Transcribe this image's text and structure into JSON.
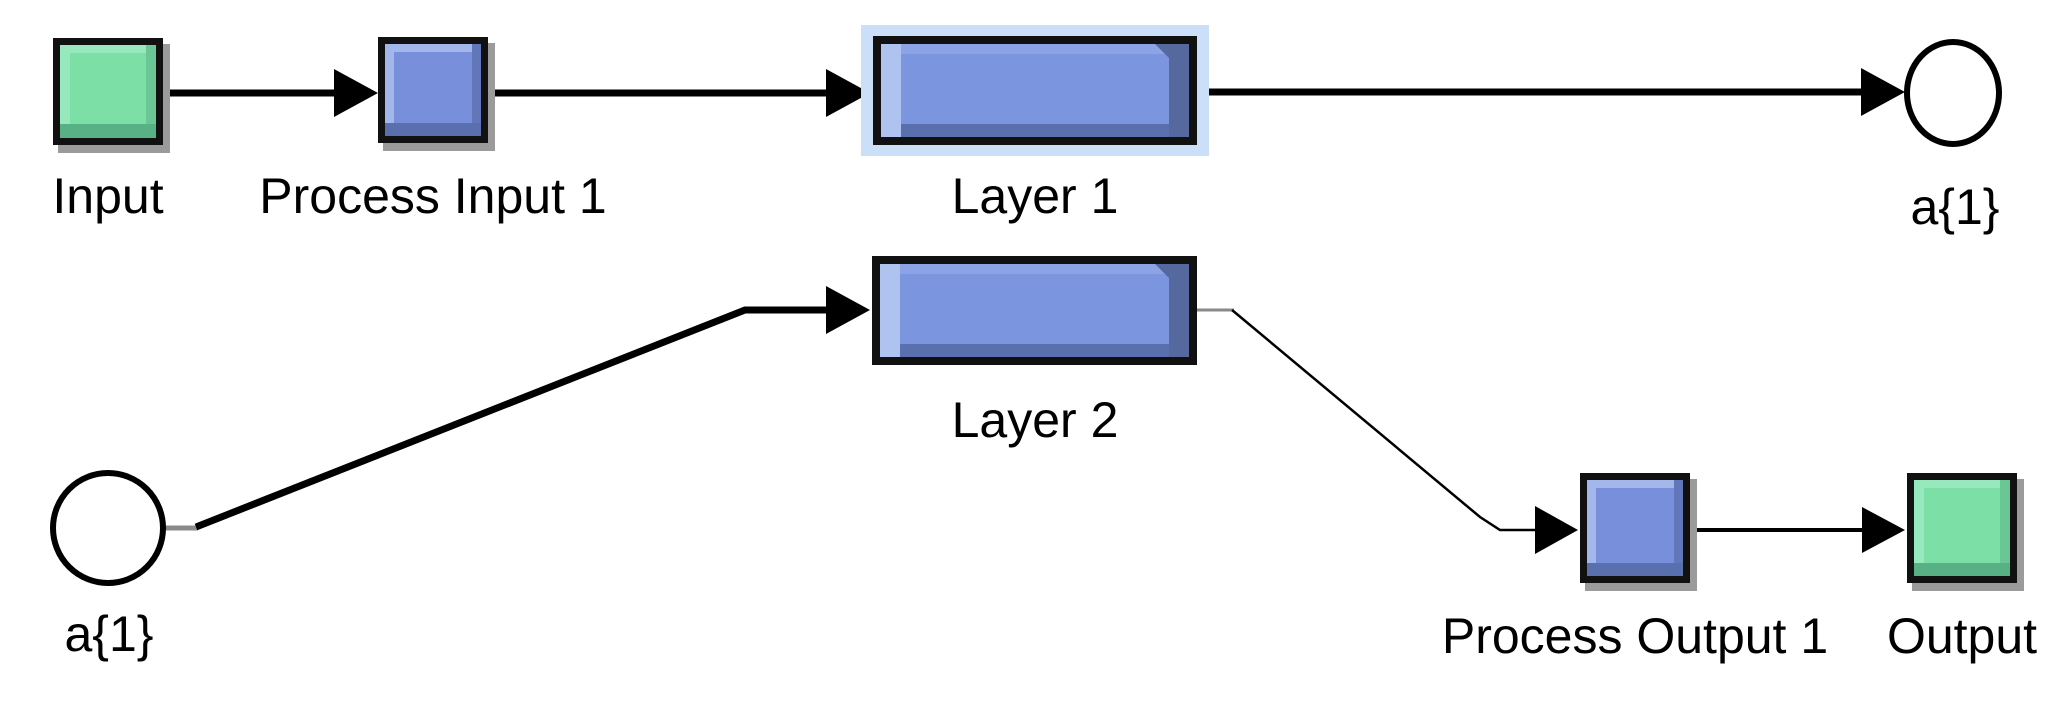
{
  "diagram": {
    "type": "simulink-neural-network-model",
    "selected_block_label": "Layer 1",
    "blocks": [
      {
        "id": "input",
        "label": "Input",
        "kind": "source-square",
        "color": "green"
      },
      {
        "id": "process-input-1",
        "label": "Process Input 1",
        "kind": "process-square",
        "color": "blue"
      },
      {
        "id": "layer-1",
        "label": "Layer 1",
        "kind": "layer-rect",
        "color": "blue",
        "selected": true
      },
      {
        "id": "a1-top",
        "label": "a{1}",
        "kind": "signal-circle",
        "color": "white"
      },
      {
        "id": "a1-bottom",
        "label": "a{1}",
        "kind": "signal-circle",
        "color": "white"
      },
      {
        "id": "layer-2",
        "label": "Layer 2",
        "kind": "layer-rect",
        "color": "blue"
      },
      {
        "id": "process-output-1",
        "label": "Process Output 1",
        "kind": "process-square",
        "color": "blue"
      },
      {
        "id": "output",
        "label": "Output",
        "kind": "sink-square",
        "color": "green"
      }
    ],
    "connections": [
      {
        "from": "Input",
        "to": "Process Input 1",
        "weight": "thick"
      },
      {
        "from": "Process Input 1",
        "to": "Layer 1",
        "weight": "thick"
      },
      {
        "from": "Layer 1",
        "to": "a{1}",
        "weight": "thick"
      },
      {
        "from": "a{1}",
        "to": "Layer 2",
        "weight": "thick"
      },
      {
        "from": "Layer 2",
        "to": "Process Output 1",
        "weight": "thin"
      },
      {
        "from": "Process Output 1",
        "to": "Output",
        "weight": "thin"
      }
    ],
    "colors": {
      "canvas_background": "#ffffff",
      "block_border": "#111111",
      "block_shadow": "#9b9b9b",
      "green_fill": "#7CDFA6",
      "green_light": "#98E8BD",
      "green_dark": "#57B184",
      "green_edge": "#6AC795",
      "blue_fill": "#7890DC",
      "blue_light": "#A3B7EB",
      "blue_dark": "#5A6FAE",
      "blue_edge": "#6177B9",
      "layer_fill": "#7B95DF",
      "layer_light_band": "#AEC3EF",
      "layer_top_band": "#8CA3E6",
      "layer_dark_band": "#56699F",
      "layer_bottom_band": "#5A70AE",
      "selection_highlight": "#CBDFF8",
      "circle_fill": "#ffffff",
      "line": "#000000",
      "port_stub": "#8a8a8a",
      "label": "#000000"
    }
  }
}
